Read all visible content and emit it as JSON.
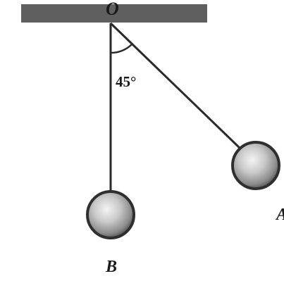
{
  "diagram": {
    "pivot_label": "O",
    "angle_label": "45°",
    "ball_b_label": "B",
    "ball_a_label": "A",
    "colors": {
      "ceiling": "#5f5f5f",
      "string": "#2a2a2a",
      "ball_dark": "#3a3a3a",
      "ball_light": "#f2f2f2",
      "text": "#1a1a1a"
    }
  }
}
